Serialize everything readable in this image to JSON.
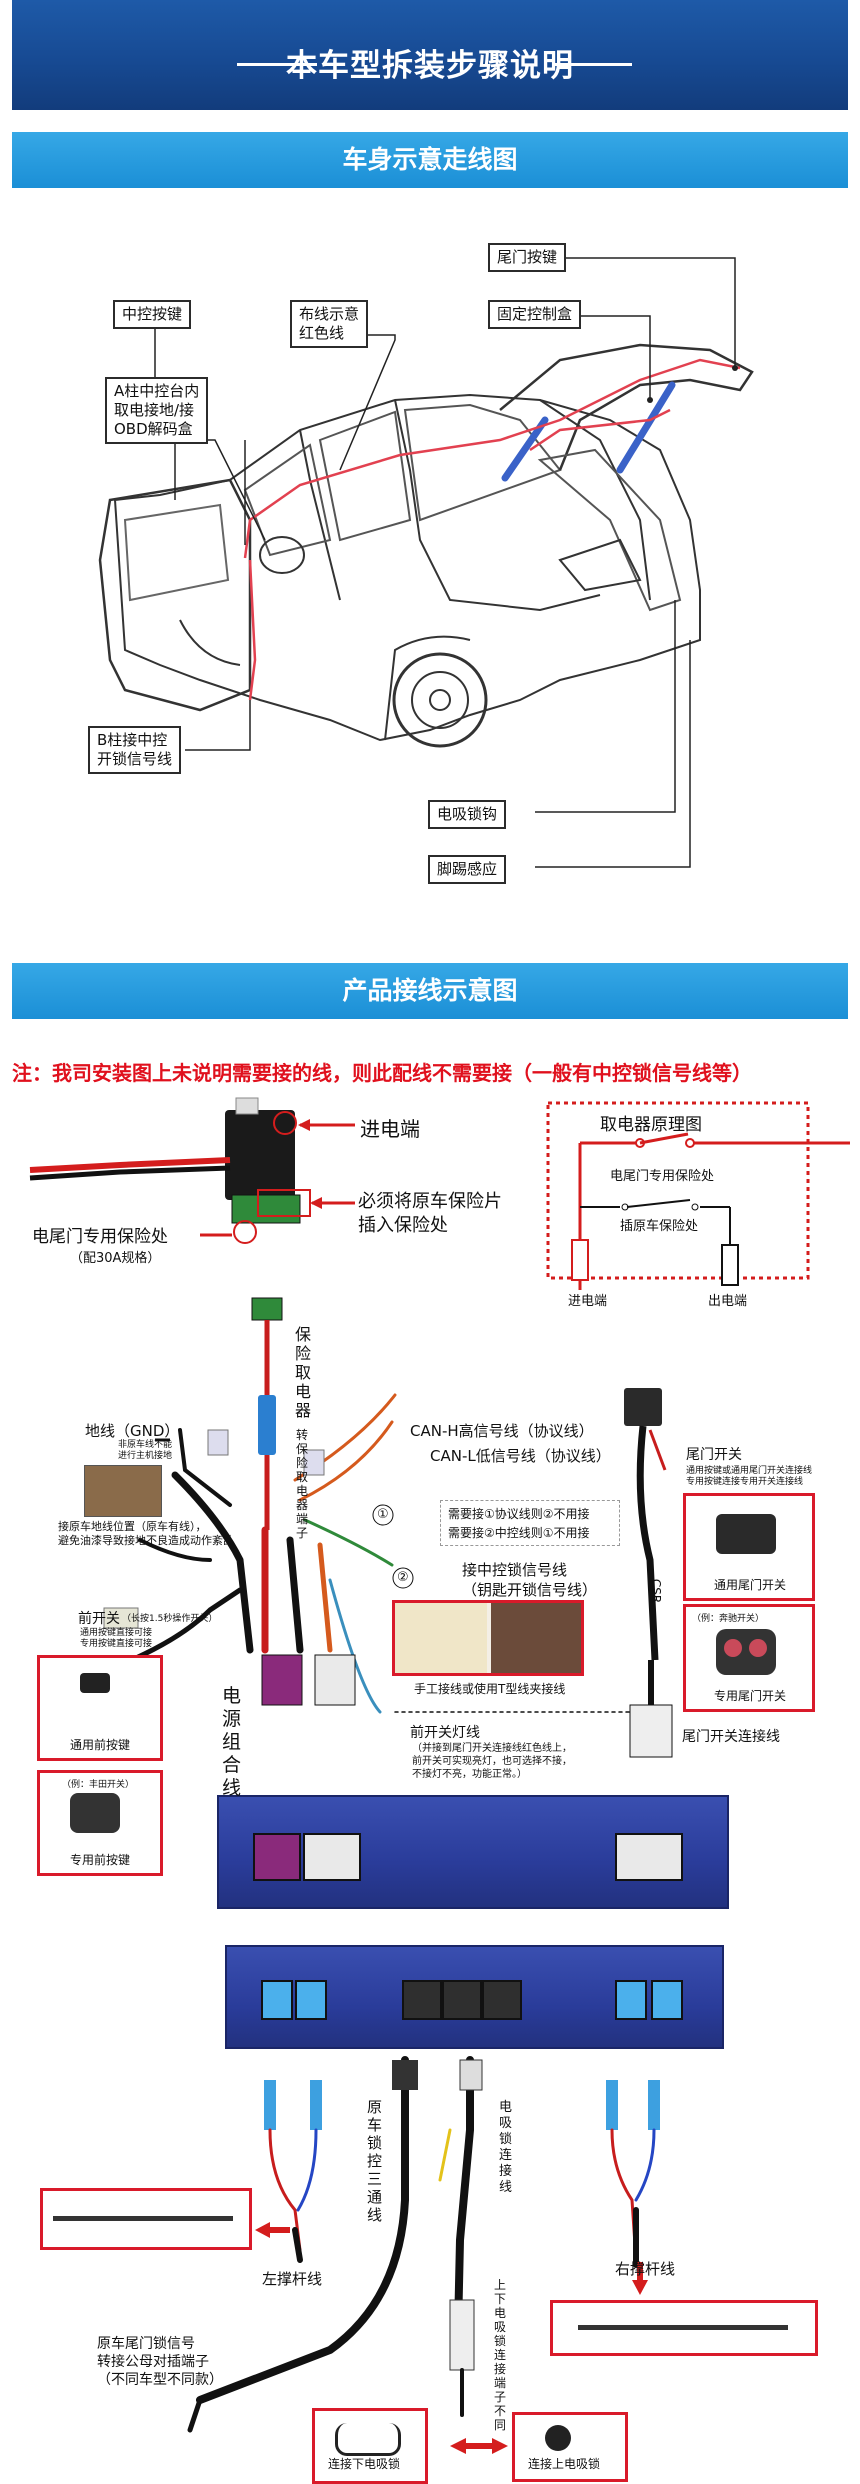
{
  "header": {
    "title": "本车型拆装步骤说明"
  },
  "section1": {
    "title": "车身示意走线图"
  },
  "body_labels": {
    "tailgate_button": "尾门按键",
    "central_button": "中控按键",
    "wiring_1": "布线示意",
    "wiring_2": "红色线",
    "fixed_box": "固定控制盒",
    "a_pillar_1": "A柱中控台内",
    "a_pillar_2": "取电接地/接",
    "a_pillar_3": "OBD解码盒",
    "b_pillar_1": "B柱接中控",
    "b_pillar_2": "开锁信号线",
    "suction_lock": "电吸锁钩",
    "kick_sensor": "脚踢感应"
  },
  "section2": {
    "title": "产品接线示意图"
  },
  "note": "注：我司安装图上未说明需要接的线，则此配线不需要接（一般有中控锁信号线等）",
  "wiring": {
    "power_in": "进电端",
    "must_insert_1": "必须将原车保险片",
    "must_insert_2": "插入保险处",
    "fuse_slot": "电尾门专用保险处",
    "fuse_slot_note": "（配30A规格）",
    "schematic_title": "取电器原理图",
    "schematic_fuse": "电尾门专用保险处",
    "schematic_orig": "插原车保险处",
    "schematic_in": "进电端",
    "schematic_out": "出电端",
    "fuse_tap": "保险取电器",
    "fuse_tap_terminal": "转保险取电器端子",
    "ground": "地线（GND）",
    "ground_small_1": "非原车线不能",
    "ground_small_2": "进行主机接地",
    "ground_desc_1": "接原车地线位置（原车有线），",
    "ground_desc_2": "避免油漆导致接地不良造成动作紊乱",
    "can_h": "CAN-H高信号线（协议线）",
    "can_l": "CAN-L低信号线（协议线）",
    "need1": "需要接①协议线则②不用接",
    "need2": "需要接②中控线则①不用接",
    "circle1": "①",
    "circle2": "②",
    "central_lock_1": "接中控锁信号线",
    "central_lock_2": "（钥匙开锁信号线）",
    "manual_join": "手工接线或使用T型线夹接线",
    "front_switch": "前开关",
    "front_switch_small": "（长按1.5秒操作开关）",
    "front_switch_note_1": "通用按键直接可接",
    "front_switch_note_2": "专用按键直接可接",
    "generic_front": "通用前按键",
    "dedicated_note": "（例：丰田开关）",
    "dedicated_front": "专用前按键",
    "power_harness": "电源组合线",
    "tail_switch": "尾门开关",
    "tail_switch_note_1": "通用按键或通用尾门开关连接线",
    "tail_switch_note_2": "专用按键连接专用开关连接线",
    "generic_tail": "通用尾门开关",
    "dedicated_tail_note": "（例：奔驰开关）",
    "dedicated_tail": "专用尾门开关",
    "front_light": "前开关灯线",
    "front_light_d1": "（并接到尾门开关连接线红色线上，",
    "front_light_d2": "前开关可实现亮灯，也可选择不接，",
    "front_light_d3": "不接灯不亮，功能正常。）",
    "tail_conn": "尾门开关连接线",
    "left_strut": "左撑杆线",
    "right_strut": "右撑杆线",
    "orig_lock": "原车锁控三通线",
    "suction_conn": "电吸锁连接线",
    "upper_lower_1": "上下",
    "upper_lower_2": "电吸",
    "upper_lower_3": "锁连",
    "upper_lower_4": "接端",
    "upper_lower_5": "子不",
    "upper_lower_6": "同",
    "orig_signal_1": "原车尾门锁信号",
    "orig_signal_2": "转接公母对插端子",
    "orig_signal_3": "（不同车型不同款）",
    "lower_lock": "连接下电吸锁",
    "upper_lock": "连接上电吸锁",
    "csr": "CSR"
  }
}
